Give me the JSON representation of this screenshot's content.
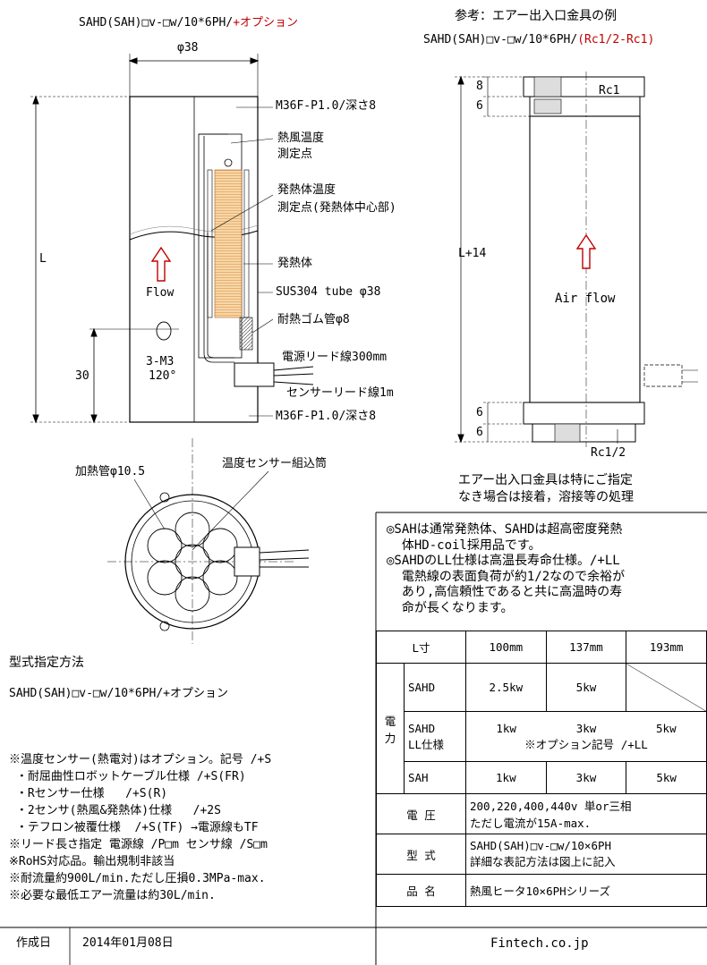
{
  "title_left": {
    "model": "SAHD(SAH)□v-□w/10*6PH/",
    "option": "+オプション"
  },
  "title_right": {
    "ref": "参考：エアー出入口金具の例",
    "model": "SAHD(SAH)□v-□w/10*6PH/",
    "fitting": "(Rc1/2-Rc1)"
  },
  "side_view": {
    "diameter": "φ38",
    "length": "L",
    "dim_30": "30",
    "flow": "Flow",
    "m3": "3-M3",
    "angle": "120°",
    "labels": {
      "thread_top": "M36F-P1.0/深さ8",
      "hot_air_1": "熱風温度",
      "hot_air_2": "測定点",
      "heater_temp_1": "発熱体温度",
      "heater_temp_2": "測定点(発熱体中心部)",
      "heater": "発熱体",
      "tube": "SUS304 tube φ38",
      "rubber": "耐熱ゴム管φ8",
      "power_lead": "電源リード線300mm",
      "sensor_lead": "センサーリード線1m",
      "thread_bottom": "M36F-P1.0/深さ8"
    }
  },
  "fitting_view": {
    "d8": "8",
    "d6a": "6",
    "length": "L+14",
    "airflow": "Air flow",
    "rc1": "Rc1",
    "d6b": "6",
    "d6c": "6",
    "rc12": "Rc1/2",
    "note_1": "エアー出入口金具は特にご指定",
    "note_2": "なき場合は接着，溶接等の処理"
  },
  "section_view": {
    "heating_tube": "加熱管φ10.5",
    "sensor_tube": "温度センサー組込筒"
  },
  "notes_box": [
    "◎SAHは通常発熱体、SAHDは超高密度発熱",
    "  体HD-coil採用品です。",
    "◎SAHDのLL仕様は高温長寿命仕様。/+LL",
    "  電熱線の表面負荷が約1/2なので余裕が",
    "  あり,高信頼性であると共に高温時の寿",
    "  命が長くなります。"
  ],
  "model_spec": {
    "heading": "型式指定方法",
    "model": "SAHD(SAH)□v-□w/10*6PH/+オプション",
    "options": [
      "※温度センサー(熱電対)はオプション。記号 /+S",
      " ・耐屈曲性ロボットケーブル仕様 /+S(FR)",
      " ・Rセンサー仕様   /+S(R)",
      " ・2センサ(熱風&発熱体)仕様   /+2S",
      " ・テフロン被覆仕様  /+S(TF) →電源線もTF",
      "※リード長さ指定 電源線 /P□m センサ線 /S□m",
      "※RoHS対応品。輸出規制非該当",
      "※耐流量約900L/min.ただし圧損0.3MPa-max.",
      "※必要な最低エアー流量は約30L/min."
    ]
  },
  "spec_table": {
    "l_header": "L寸",
    "l_values": [
      "100mm",
      "137mm",
      "193mm"
    ],
    "power_label": "電力",
    "rows": [
      {
        "name": "SAHD",
        "values": [
          "2.5kw",
          "5kw",
          ""
        ]
      },
      {
        "name": "SAHD\nLL仕様",
        "values": [
          "1kw",
          "3kw",
          "5kw"
        ],
        "note": "※オプション記号 /+LL"
      },
      {
        "name": "SAH",
        "values": [
          "1kw",
          "3kw",
          "5kw"
        ]
      }
    ],
    "voltage_label": "電 圧",
    "voltage_1": "200,220,400,440v 単or三相",
    "voltage_2": "ただし電流が15A-max.",
    "model_label": "型 式",
    "model_1": "SAHD(SAH)□v-□w/10×6PH",
    "model_2": "詳細な表記方法は図上に記入",
    "product_label": "品 名",
    "product": "熱風ヒータ10×6PHシリーズ"
  },
  "footer": {
    "date_label": "作成日",
    "date": "2014年01月08日",
    "company": "Fintech.co.jp"
  }
}
